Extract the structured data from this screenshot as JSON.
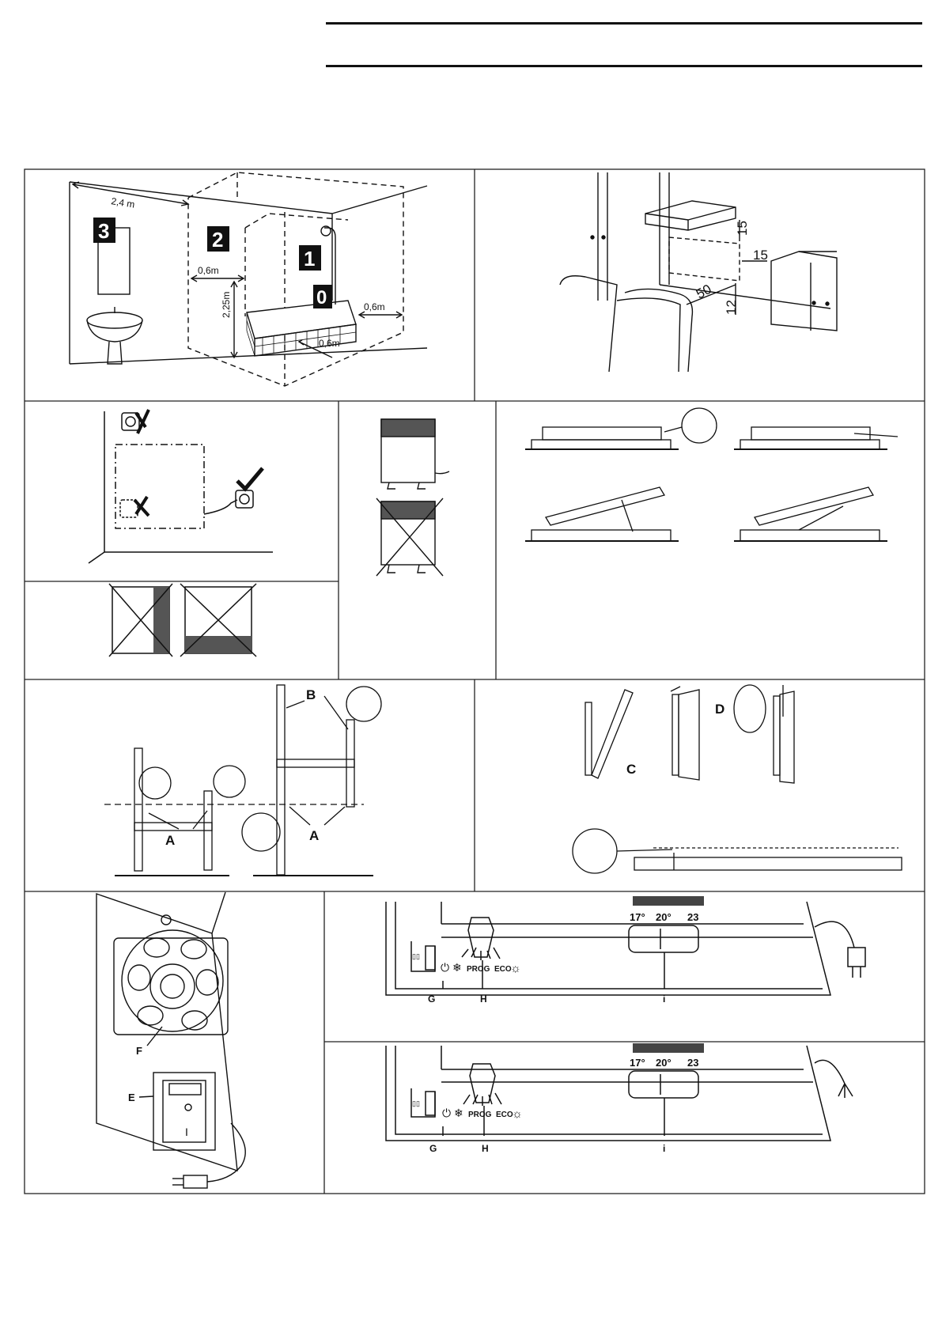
{
  "zones": {
    "dist_wall": "2,4 m",
    "dist_side": "0,6m",
    "dist_height": "2,25m",
    "dist_front": "0,6m",
    "dist_end": "0,6m",
    "zone_3": "3",
    "zone_2": "2",
    "zone_1": "1",
    "zone_0": "0"
  },
  "clearances": {
    "top": "15",
    "side": "15",
    "front": "50",
    "bottom": "12"
  },
  "bracket": {
    "label_a1": "A",
    "label_a2": "A",
    "label_b": "B"
  },
  "hanging": {
    "label_c": "C",
    "label_d": "D"
  },
  "rear": {
    "label_e": "E",
    "label_f": "F",
    "switch_mark": "I"
  },
  "control_1": {
    "temp_low": "17°",
    "temp_mid": "20°",
    "temp_high": "23",
    "mode_prog": "PROG",
    "mode_eco": "ECO",
    "label_g": "G",
    "label_h": "H",
    "label_i": "i"
  },
  "control_2": {
    "temp_low": "17°",
    "temp_mid": "20°",
    "temp_high": "23",
    "mode_prog": "PROG",
    "mode_eco": "ECO",
    "label_g": "G",
    "label_h": "H",
    "label_i": "i"
  }
}
